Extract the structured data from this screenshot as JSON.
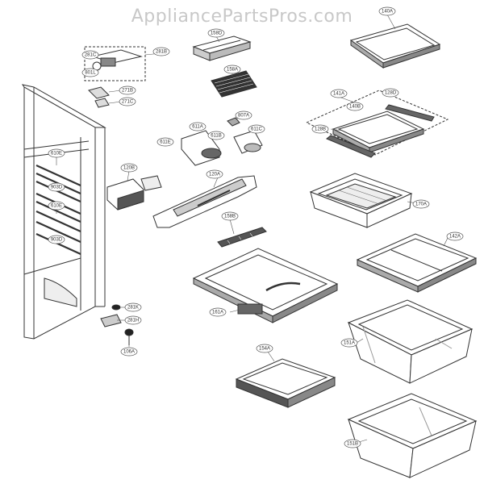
{
  "watermark": "AppliancePartsPros.com",
  "colors": {
    "line": "#333333",
    "fill": "#ffffff",
    "shade": "#9a9a9a",
    "dark": "#555555"
  },
  "labels": [
    "140A",
    "281B",
    "281C",
    "801L",
    "271B",
    "271C",
    "158D",
    "158A",
    "807A",
    "611A",
    "611B",
    "611C",
    "611E",
    "141A",
    "128D",
    "140B",
    "128B",
    "610E",
    "903D",
    "610E",
    "903D",
    "120B",
    "120A",
    "170A",
    "158B",
    "142A",
    "281K",
    "161A",
    "281H",
    "106A",
    "151A",
    "154A",
    "151B"
  ]
}
